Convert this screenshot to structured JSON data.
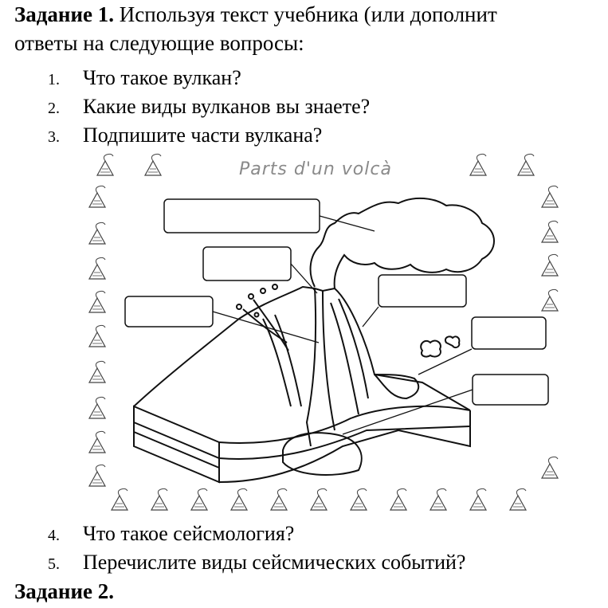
{
  "task1": {
    "title": "Задание 1.",
    "text_line1": "Используя текст учебника (или дополнит",
    "text_line2": "ответы на следующие вопросы:"
  },
  "questions": [
    {
      "num": "1.",
      "text": "Что такое вулкан?"
    },
    {
      "num": "2.",
      "text": "Какие виды вулканов вы знаете?"
    },
    {
      "num": "3.",
      "text": "Подпишите части вулкана?"
    },
    {
      "num": "4.",
      "text": "Что такое сейсмология?"
    },
    {
      "num": "5.",
      "text": "Перечислите виды сейсмических событий?"
    }
  ],
  "figure": {
    "caption": "Parts d'un volcà"
  },
  "task2": {
    "title": "Задание 2."
  }
}
